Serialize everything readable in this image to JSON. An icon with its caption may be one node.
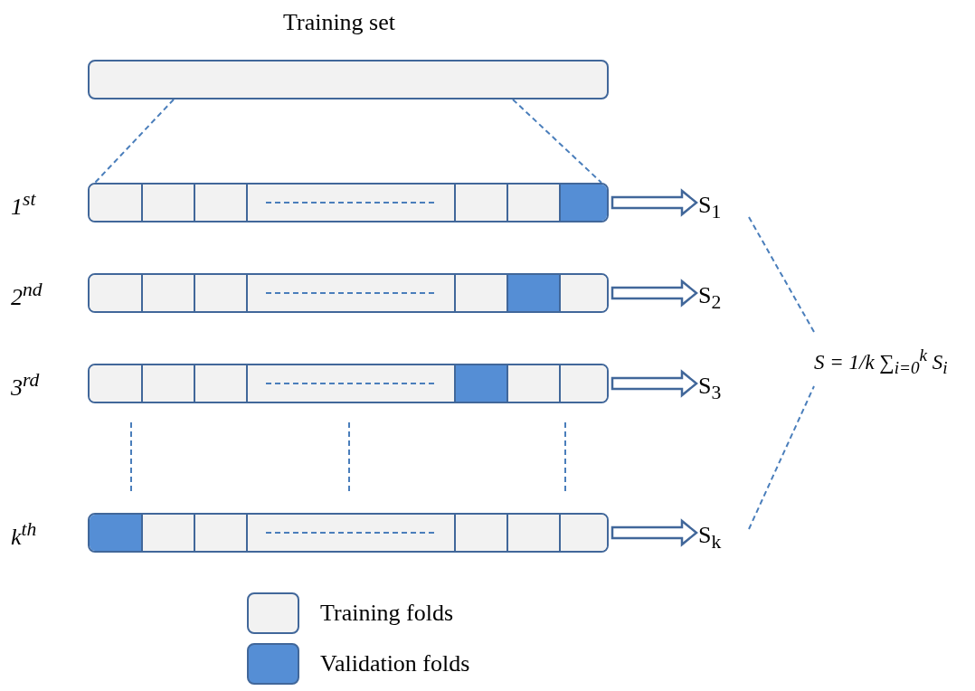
{
  "diagram": {
    "nodes": [
      {
        "text": [
          "Training set"
        ]
      },
      {
        "text": [],
        "shape": "bar",
        "beside": [
          "1$^{st}$"
        ]
      },
      {
        "text": [],
        "shape": "box",
        "in": 1
      },
      {
        "text": [],
        "shape": "box",
        "in": 1
      },
      {
        "text": [],
        "shape": "box",
        "in": 1
      },
      {
        "text": [],
        "shape": "box",
        "in": 1
      },
      {
        "text": [],
        "shape": "box",
        "in": 1
      },
      {
        "text": [],
        "shape": "box",
        "in": 1
      },
      {
        "text": [],
        "shape": "box",
        "in": 1
      },
      {
        "text": [],
        "shape": "bar",
        "beside": [
          "2$^{nd}$"
        ]
      },
      {
        "text": [],
        "shape": "box",
        "in": 9
      },
      {
        "text": [],
        "shape": "box",
        "in": 9
      },
      {
        "text": [],
        "shape": "box",
        "in": 9
      },
      {
        "text": [],
        "shape": "box",
        "in": 9
      },
      {
        "text": [],
        "shape": "box",
        "in": 9
      },
      {
        "text": [],
        "shape": "box",
        "in": 9
      },
      {
        "text": [],
        "shape": "box",
        "in": 9
      },
      {
        "text": [],
        "shape": "bar",
        "beside": [
          "3$^{rd}$"
        ]
      },
      {
        "text": [],
        "shape": "box",
        "in": 17
      },
      {
        "text": [],
        "shape": "box",
        "in": 17
      },
      {
        "text": [],
        "shape": "box",
        "in": 17
      },
      {
        "text": [],
        "shape": "box",
        "in": 17
      },
      {
        "text": [],
        "shape": "box",
        "in": 17
      },
      {
        "text": [],
        "shape": "box",
        "in": 17
      },
      {
        "text": [],
        "shape": "box",
        "in": 17
      },
      {
        "text": [],
        "shape": "bar",
        "beside": [
          "k$^{th}$"
        ]
      },
      {
        "text": [],
        "shape": "box",
        "in": 25
      },
      {
        "text": [],
        "shape": "box",
        "in": 25
      },
      {
        "text": [],
        "shape": "box",
        "in": 25
      },
      {
        "text": [],
        "shape": "box",
        "in": 25
      },
      {
        "text": [],
        "shape": "box",
        "in": 25
      },
      {
        "text": [],
        "shape": "box",
        "in": 25
      },
      {
        "text": [],
        "shape": "box",
        "in": 25
      },
      {
        "text": [
          "S$_{1}$"
        ]
      },
      {
        "text": [
          "S$_{2}$"
        ]
      },
      {
        "text": [
          "S$_{3}$"
        ]
      },
      {
        "text": [
          "S$_{k}$"
        ]
      },
      {
        "text": [
          "S = 1/k ∑$_{i=0}$$^{k}$ S$_{i}$"
        ]
      }
    ],
    "edges": [
      {
        "from": 0,
        "to": 1,
        "arrow": "none",
        "style": "dashed"
      },
      {
        "from": 0,
        "to": 1,
        "arrow": "none",
        "style": "dashed"
      },
      {
        "from": 1,
        "to": 33,
        "arrow": "to"
      },
      {
        "from": 9,
        "to": 34,
        "arrow": "to"
      },
      {
        "from": 17,
        "to": 35,
        "arrow": "to"
      },
      {
        "from": 25,
        "to": 36,
        "arrow": "to"
      },
      {
        "from": 33,
        "to": 37,
        "arrow": "none",
        "style": "dashed"
      },
      {
        "from": 36,
        "to": 37,
        "arrow": "none",
        "style": "dashed"
      }
    ],
    "legend": [
      {
        "text": "Training folds",
        "color": "#f2f2f2"
      },
      {
        "text": "Validation folds",
        "color": "#558ed5"
      }
    ]
  }
}
